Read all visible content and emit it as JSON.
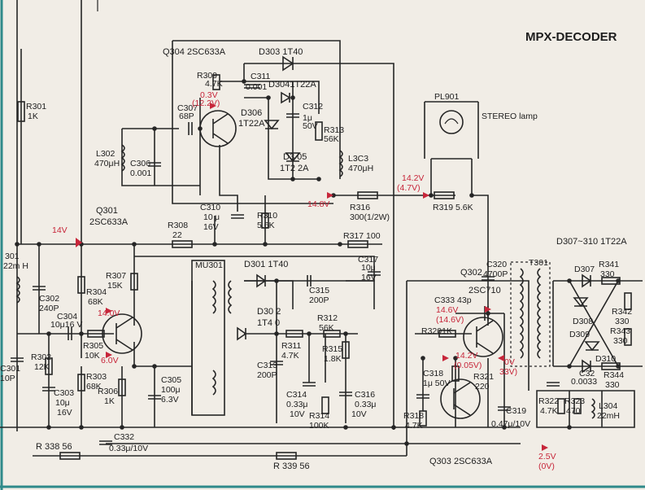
{
  "title": "MPX-DECODER",
  "colors": {
    "paper": "#f1ede6",
    "ink": "#262626",
    "voltage": "#c7263a",
    "border_teal": "#2f8a8a"
  },
  "labels": {
    "q304": "Q304 2SC633A",
    "d303": "D303 1T40",
    "r309": [
      "R309",
      "4.7K"
    ],
    "c311": [
      "C311",
      "0.001"
    ],
    "d304": "D3041T22A",
    "c307": [
      "C307",
      "68P"
    ],
    "d306": [
      "D306",
      "1T22A"
    ],
    "c312": [
      "C312",
      "1μ",
      "50V"
    ],
    "r313": [
      "R313",
      "56K"
    ],
    "l302": [
      "L302",
      "470μH"
    ],
    "c306": [
      "C306",
      "0.001"
    ],
    "d305": [
      "D3 05",
      "1T2 2A"
    ],
    "l303": [
      "L3C3",
      "470μH"
    ],
    "pl901": "PL901",
    "stereo_lamp": "STEREO lamp",
    "r301": [
      "R301",
      "1K"
    ],
    "q301": [
      "Q301",
      "2SC633A"
    ],
    "r308": [
      "R308",
      "22"
    ],
    "c310": [
      "C310",
      "10",
      "μ",
      "16V"
    ],
    "r310": [
      "R310",
      "5.6K"
    ],
    "r316": [
      "R316",
      "300(1/2W)"
    ],
    "r319": "R319 5.6K",
    "r317": "R317 100",
    "d307_310": "D307~310 1T22A",
    "l301": [
      "301",
      "22m H"
    ],
    "c302": [
      "C302",
      "240P"
    ],
    "c304": [
      "C304",
      "10μ16 V"
    ],
    "r307": [
      "R307",
      "15K"
    ],
    "r304": [
      "R304",
      "68K"
    ],
    "r305": [
      "R305",
      "10K"
    ],
    "mu301": "MU301",
    "d301": "D301 1T40",
    "c317": [
      "C317",
      "10μ",
      "16V"
    ],
    "c320": [
      "C320",
      "4700P"
    ],
    "t301": "T301",
    "d307": "D307",
    "r341": [
      "R341",
      "330"
    ],
    "q302": [
      "Q302",
      "2SC710"
    ],
    "c315": [
      "C315",
      "200P"
    ],
    "c333": "C333 43p",
    "d302": [
      "D30 2",
      "1T4 0"
    ],
    "r312": [
      "R312",
      "56K"
    ],
    "r320": "R3201K",
    "d308": "D308",
    "r342": [
      "R342",
      "330"
    ],
    "d309": "D309",
    "r343": [
      "R343",
      "330"
    ],
    "d310": "D310",
    "r311": [
      "R311",
      "4.7K"
    ],
    "r315": [
      "R315",
      "1.8K"
    ],
    "c301": [
      "C301",
      "10P"
    ],
    "r302": [
      "R302",
      "12K"
    ],
    "r303": [
      "R303",
      "68K"
    ],
    "c303": [
      "C303",
      "10μ",
      "16V"
    ],
    "r306": [
      "R306",
      "1K"
    ],
    "c305": [
      "C305",
      "100μ",
      "6.3V"
    ],
    "c313": [
      "C313",
      "200P"
    ],
    "c314": [
      "C314",
      "0.33μ",
      "10V"
    ],
    "r314": [
      "R314",
      "100K"
    ],
    "c316": [
      "C316",
      "0.33μ",
      "10V"
    ],
    "c318": [
      "C318",
      "1μ 50V"
    ],
    "r321": [
      "R321",
      "220"
    ],
    "c32x": [
      "C32",
      "0.0033"
    ],
    "r344": [
      "R344",
      "330"
    ],
    "r318": [
      "R318",
      "4.7K"
    ],
    "c319": [
      "C319",
      "0.47μ/10V"
    ],
    "r322": [
      "R322",
      "4.7K"
    ],
    "r323": [
      "R323",
      "470"
    ],
    "l304": [
      "L304",
      "22mH"
    ],
    "c332": [
      "C332",
      "0.33μ/10V"
    ],
    "r338": "R 338 56",
    "r339": "R 339 56",
    "q303": "Q303 2SC633A"
  },
  "voltages": {
    "q304_b": [
      "0.3V",
      "(12.2V)"
    ],
    "v14_8": "14.8V",
    "v14": "14V",
    "v14_2_top": [
      "14.2V",
      "(4.7V)"
    ],
    "q301_c": "14.0V",
    "q301_e": "6.0V",
    "q302_b": [
      "14.6V",
      "(14.6V)"
    ],
    "q302_e": [
      "14.2V",
      "(0.05V)"
    ],
    "q302_x": [
      "0V",
      "33V)"
    ],
    "v2_5": [
      "2.5V",
      "(0V)"
    ]
  }
}
